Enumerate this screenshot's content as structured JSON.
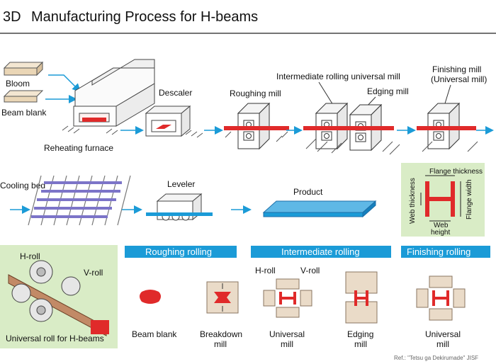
{
  "title": {
    "number": "3D",
    "text": "Manufacturing Process for H-beams"
  },
  "row1": {
    "bloom": "Bloom",
    "beam_blank": "Beam blank",
    "reheating_furnace": "Reheating furnace",
    "descaler": "Descaler",
    "roughing_mill": "Roughing mill",
    "intermediate_mill": "Intermediate rolling universal mill",
    "edging_mill": "Edging mill",
    "finishing_mill_line1": "Finishing mill",
    "finishing_mill_line2": "(Universal mill)"
  },
  "row2": {
    "cooling_bed": "Cooling bed",
    "leveler": "Leveler",
    "product": "Product"
  },
  "hbeam_dims": {
    "flange_thickness": "Flange thickness",
    "flange_width": "Flange width",
    "web_thickness": "Web thickness",
    "web_height_line1": "Web",
    "web_height_line2": "height"
  },
  "universal_roll": {
    "h_roll": "H-roll",
    "v_roll": "V-roll",
    "caption": "Universal roll for H-beams"
  },
  "stages": {
    "roughing": "Roughing rolling",
    "intermediate": "Intermediate rolling",
    "finishing": "Finishing rolling"
  },
  "stage_items": {
    "beam_blank": "Beam blank",
    "breakdown_line1": "Breakdown",
    "breakdown_line2": "mill",
    "universal_line1": "Universal",
    "universal_line2": "mill",
    "edging_line1": "Edging",
    "edging_line2": "mill",
    "finishing_universal_line1": "Universal",
    "finishing_universal_line2": "mill",
    "h_roll": "H-roll",
    "v_roll": "V-roll"
  },
  "reference": "Ref.: \"Tetsu ga Dekirumade\" JISF",
  "colors": {
    "accent_blue": "#1b9bd7",
    "steel_red": "#e02a2a",
    "panel_green": "#d9ecc6",
    "roll_beige": "#eadbc8"
  }
}
